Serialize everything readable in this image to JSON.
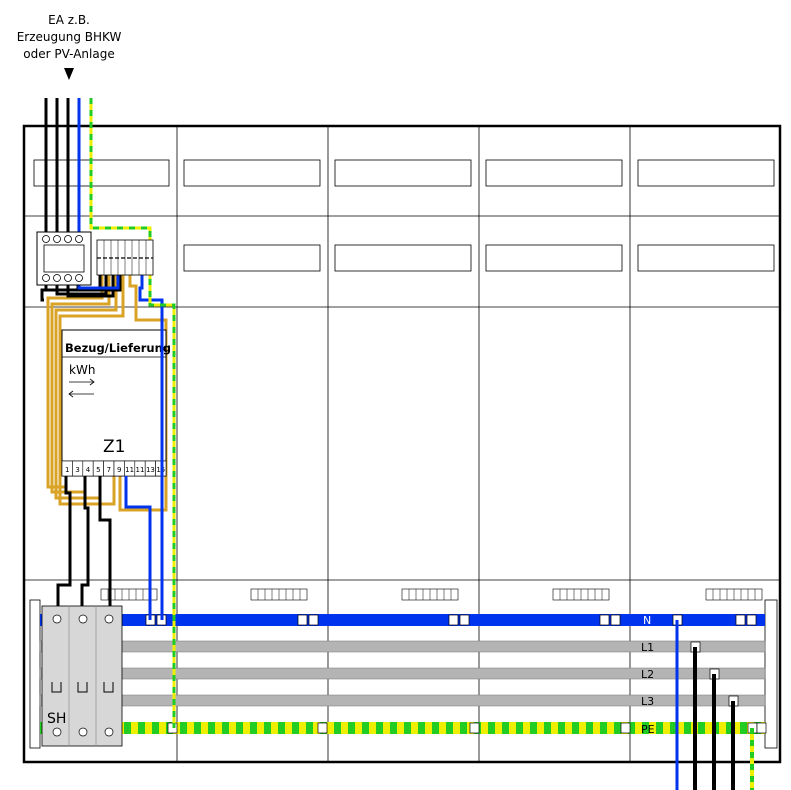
{
  "source_note": {
    "line1": "EA z.B.",
    "line2": "Erzeugung BHKW",
    "line3": "oder PV-Anlage"
  },
  "meter": {
    "title": "Bezug/Lieferung",
    "unit": "kWh",
    "name": "Z1",
    "terminals": [
      "1",
      "3",
      "4",
      "5",
      "7",
      "9",
      "11",
      "11",
      "13",
      "15"
    ]
  },
  "breaker": {
    "label": "SH"
  },
  "busbars": {
    "n": "N",
    "l1": "L1",
    "l2": "L2",
    "l3": "L3",
    "pe": "PE"
  },
  "colors": {
    "phase": "#000000",
    "neutral": "#0033ee",
    "pe_green": "#22cc22",
    "pe_yellow": "#eeee00",
    "control_wire": "#d9a326",
    "busbar_grey": "#b4b4b4",
    "frame": "#000000"
  }
}
